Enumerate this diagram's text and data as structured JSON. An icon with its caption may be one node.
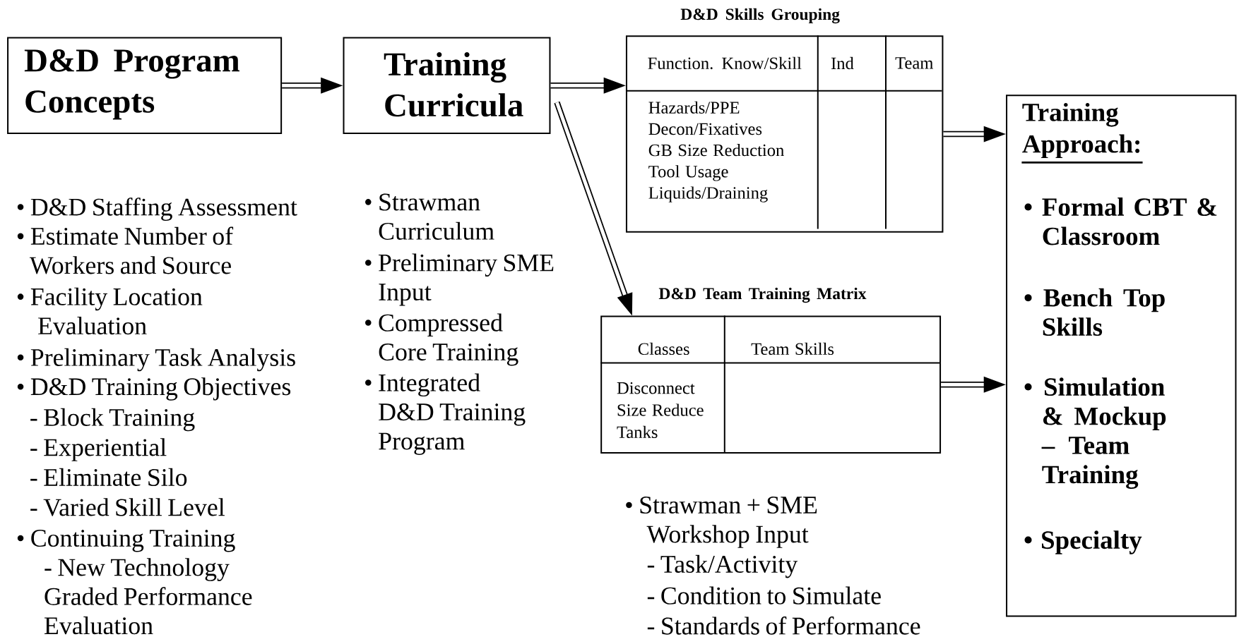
{
  "diagram": {
    "nodes": [
      {
        "text": [
          "D&D Program Concepts"
        ]
      },
      {
        "text": [
          "Training Curricula"
        ]
      },
      {
        "text": [
          "D&D Skills Grouping",
          "Function. Know/Skill",
          "Ind",
          "Team",
          "Hazards/PPE Decon/Fixatives GB Size Reduction Tool Usage Liquids/Draining"
        ]
      },
      {
        "text": [
          "D&D Team Training Matrix",
          "Classes",
          "Team Skills",
          "Disconnect Size Reduce Tanks"
        ]
      },
      {
        "text": [
          "Training Approach:",
          "• Formal CBT & Classroom",
          "• Bench Top Skills",
          "• Simulation & Mockup – Team Training",
          "• Specialty"
        ]
      }
    ],
    "edges": [
      {
        "from": 0,
        "to": 1,
        "arrow": "to"
      },
      {
        "from": 1,
        "to": 2,
        "arrow": "to"
      },
      {
        "from": 1,
        "to": 3,
        "arrow": "to"
      },
      {
        "from": 2,
        "to": 4,
        "arrow": "to"
      },
      {
        "from": 3,
        "to": 4,
        "arrow": "to"
      }
    ],
    "labels": [
      "• D&D Staffing Assessment",
      "• Estimate Number of Workers and Source",
      "• Facility Location Evaluation",
      "• Preliminary Task Analysis",
      "• D&D Training Objectives",
      "- Block Training",
      "- Experiential",
      "- Eliminate Silo",
      "- Varied Skill Level",
      "• Continuing Training - New Technology Graded Performance Evaluation",
      "• Strawman Curriculum",
      "• Preliminary SME Input",
      "• Compressed Core Training",
      "• Integrated D&D Training Program",
      "• Strawman + SME Workshop Input",
      "- Task/Activity",
      "- Condition to Simulate",
      "- Standards of Performance"
    ]
  }
}
